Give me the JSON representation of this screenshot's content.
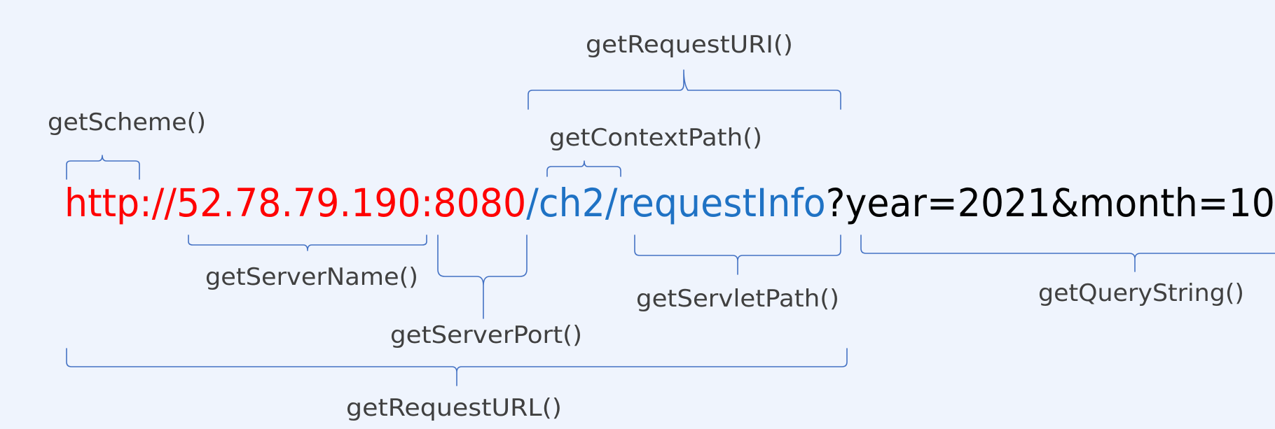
{
  "url": {
    "scheme_host_port": "http://52.78.79.190:8080",
    "context": "/ch2/",
    "servlet": "requestInfo",
    "query": "?year=2021&month=10"
  },
  "labels": {
    "get_scheme": "getScheme()",
    "get_request_uri": "getRequestURI()",
    "get_context_path": "getContextPath()",
    "get_server_name": "getServerName()",
    "get_server_port": "getServerPort()",
    "get_servlet_path": "getServletPath()",
    "get_query_string": "getQueryString()",
    "get_request_url": "getRequestURL()"
  },
  "colors": {
    "scheme_host_port": "#ff0000",
    "path": "#1f72c4",
    "query": "#000000",
    "brace": "#4472c4"
  }
}
